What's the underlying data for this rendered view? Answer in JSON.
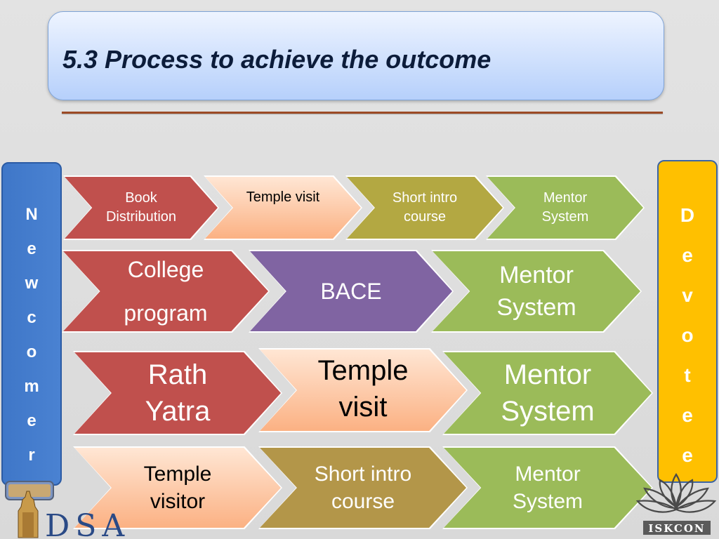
{
  "title": "5.3 Process to achieve the outcome",
  "left_bar": {
    "letters": [
      "N",
      "e",
      "w",
      "c",
      "o",
      "m",
      "e",
      "r"
    ],
    "color": "#4a82d2"
  },
  "right_bar": {
    "letters": [
      "D",
      "e",
      "v",
      "o",
      "t",
      "e",
      "e"
    ],
    "color": "#ffc000"
  },
  "rows": [
    {
      "steps": [
        {
          "label": "Book\nDistribution",
          "color": "red"
        },
        {
          "label": "Temple visit",
          "color": "peach"
        },
        {
          "label": "Short intro\ncourse",
          "color": "olive"
        },
        {
          "label": "Mentor\nSystem",
          "color": "green"
        }
      ]
    },
    {
      "steps": [
        {
          "label": "College\nprogram",
          "color": "red"
        },
        {
          "label": "BACE",
          "color": "purple"
        },
        {
          "label": "Mentor\nSystem",
          "color": "green"
        }
      ]
    },
    {
      "steps": [
        {
          "label": "Rath\nYatra",
          "color": "red"
        },
        {
          "label": "Temple\nvisit",
          "color": "peach"
        },
        {
          "label": "Mentor\nSystem",
          "color": "green"
        }
      ]
    },
    {
      "steps": [
        {
          "label": "Temple\nvisitor",
          "color": "peach"
        },
        {
          "label": "Short intro\ncourse",
          "color": "brown"
        },
        {
          "label": "Mentor\nSystem",
          "color": "green"
        }
      ]
    }
  ],
  "logos": {
    "left_text": "DSA",
    "right_text": "ISKCON"
  }
}
